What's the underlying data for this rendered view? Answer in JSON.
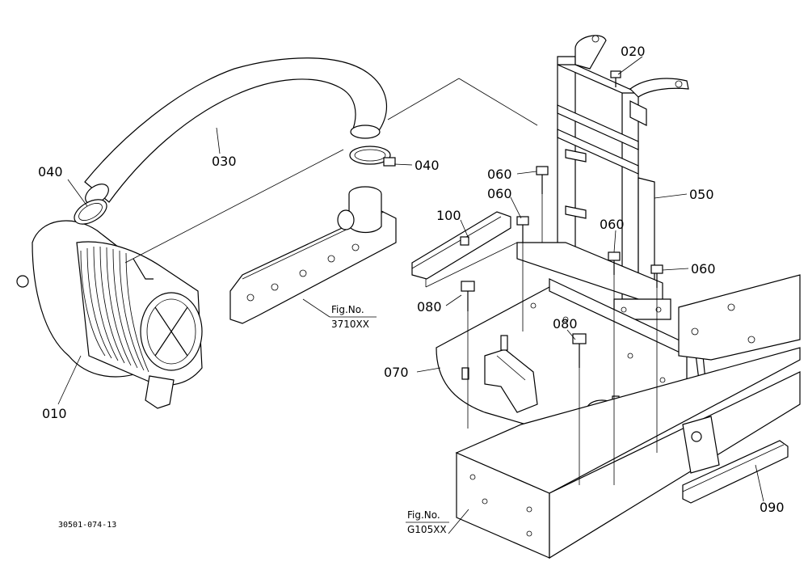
{
  "labels": {
    "p010": "010",
    "p020": "020",
    "p030": "030",
    "p040a": "040",
    "p040b": "040",
    "p050": "050",
    "p060a": "060",
    "p060b": "060",
    "p060c": "060",
    "p060d": "060",
    "p070": "070",
    "p080a": "080",
    "p080b": "080",
    "p090": "090",
    "p100": "100"
  },
  "refs": {
    "fig1_prefix": "Fig.No.",
    "fig1_code": "3710XX",
    "fig2_prefix": "Fig.No.",
    "fig2_code": "G105XX"
  },
  "drawing_code": "30501-074-13"
}
